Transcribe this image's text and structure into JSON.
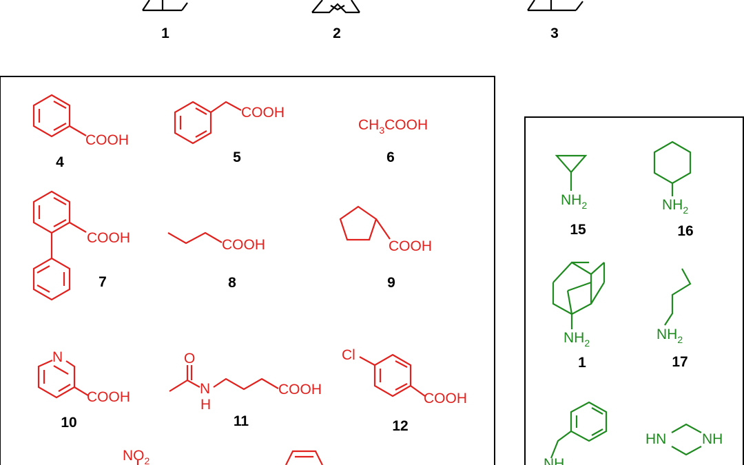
{
  "colors": {
    "top": "#000000",
    "acids": "#e0211d",
    "amines": "#1f8a1f",
    "frame": "#000000"
  },
  "labels": {
    "cooh": "COOH",
    "ch3": "CH",
    "sub3": "3",
    "nh": "NH",
    "sub2": "2",
    "no": "NO",
    "n": "N",
    "o": "O",
    "h": "H",
    "cl": "Cl",
    "hn": "HN",
    "nh_plain": "NH"
  },
  "compounds": {
    "c1_top": "1",
    "c2": "2",
    "c3": "3",
    "c4": "4",
    "c5": "5",
    "c6": "6",
    "c7": "7",
    "c8": "8",
    "c9": "9",
    "c10": "10",
    "c11": "11",
    "c12": "12",
    "c15": "15",
    "c16": "16",
    "c1_amine": "1",
    "c17": "17"
  }
}
